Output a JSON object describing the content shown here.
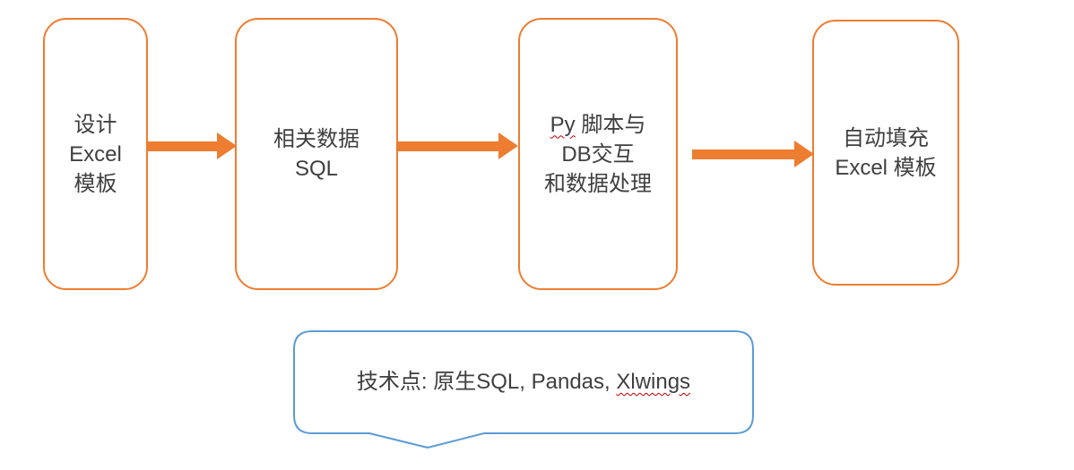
{
  "colors": {
    "box_border": "#ED7D31",
    "arrow": "#ED7D31",
    "callout_border": "#5B9BD5",
    "text": "#3F3F3F",
    "spellcheck": "#C00000"
  },
  "diagram": {
    "boxes": {
      "box1": {
        "line1": "设计",
        "line2": "Excel",
        "line3": "模板"
      },
      "box2": {
        "line1": "相关数据",
        "line2": "SQL"
      },
      "box3": {
        "line1_misspelled": "Py",
        "line1_rest": " 脚本与",
        "line2": "DB交互",
        "line3": "和数据处理"
      },
      "box4": {
        "line1": "自动填充",
        "line2": "Excel 模板"
      }
    },
    "callout": {
      "prefix": "技术点: 原生SQL, Pandas, ",
      "misspelled": "Xlwings"
    }
  }
}
